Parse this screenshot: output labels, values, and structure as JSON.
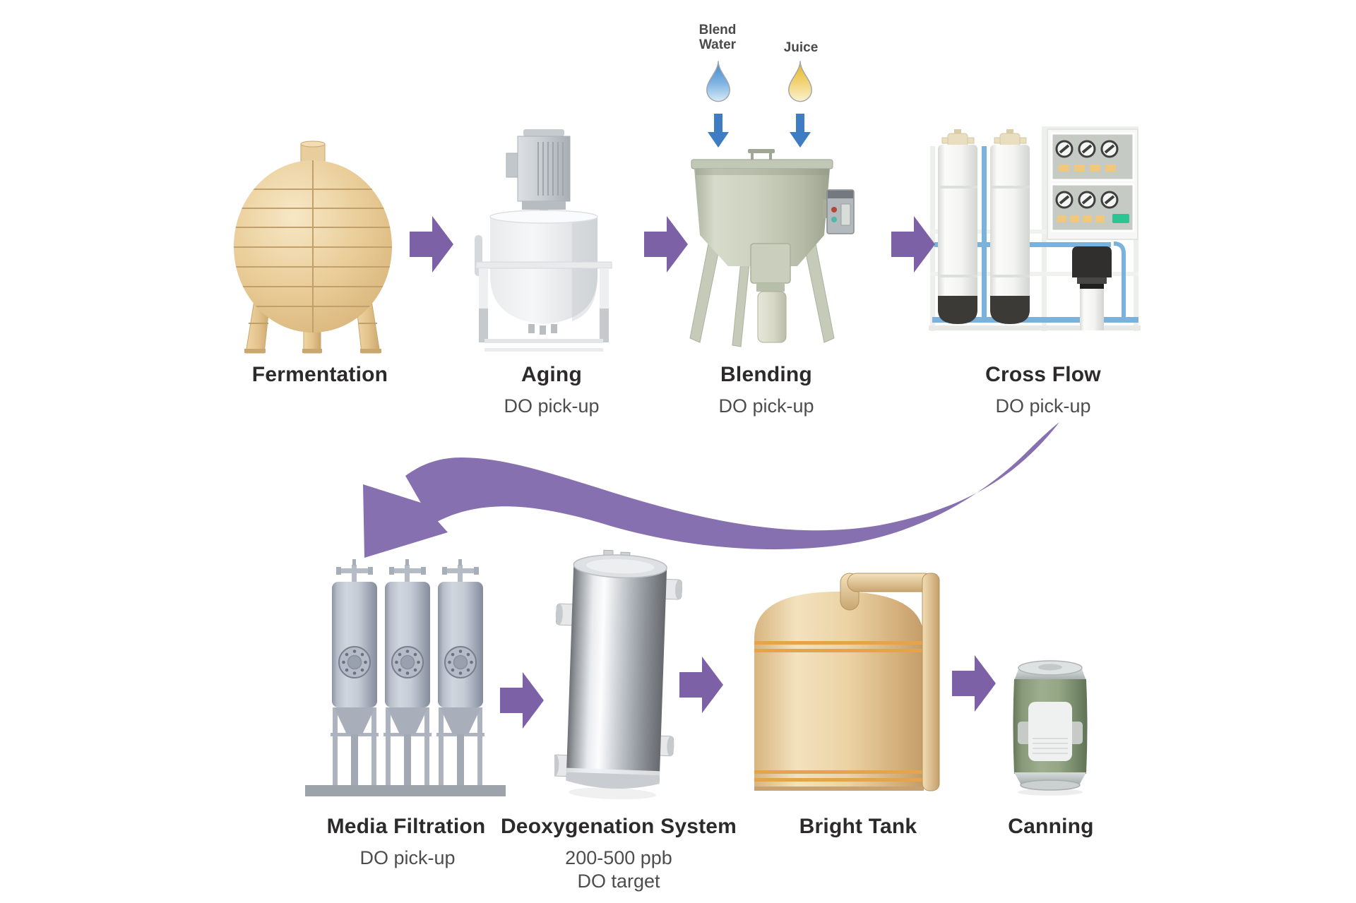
{
  "stages": [
    {
      "name": "Fermentation"
    },
    {
      "name": "Aging",
      "sub1": "DO pick-up"
    },
    {
      "name": "Blending",
      "sub1": "DO pick-up"
    },
    {
      "name": "Cross Flow",
      "sub1": "DO pick-up"
    },
    {
      "name": "Media Filtration",
      "sub1": "DO pick-up"
    },
    {
      "name": "Deoxygenation System",
      "sub1": "200-500 ppb",
      "sub2": "DO target"
    },
    {
      "name": "Bright Tank"
    },
    {
      "name": "Canning"
    }
  ],
  "inputs": [
    {
      "label": "Blend Water"
    },
    {
      "label": "Juice"
    }
  ],
  "palette": {
    "flow_arrow": "#7C61A6",
    "curve_arrow": "#8770AF",
    "down_arrow": "#3E7DC4",
    "water_drop_dark": "#3F86CC",
    "juice_drop_dark": "#E8B41E",
    "name_text": "#2D2A2B",
    "sub_text": "#4F4C4D"
  }
}
